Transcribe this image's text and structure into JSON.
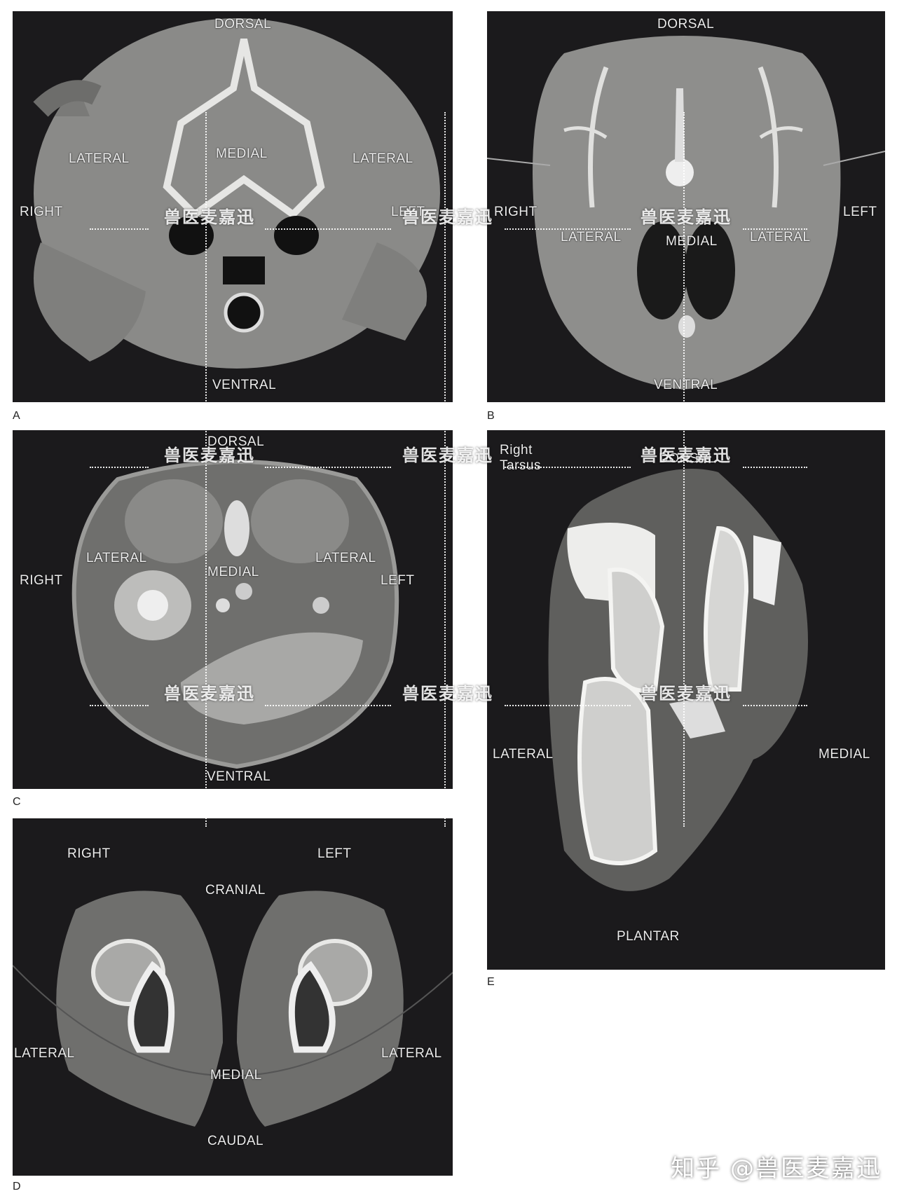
{
  "panels": {
    "A": {
      "letter": "A",
      "dorsal": "DORSAL",
      "ventral": "VENTRAL",
      "right": "RIGHT",
      "left": "LEFT",
      "lateral_r": "LATERAL",
      "lateral_l": "LATERAL",
      "medial": "MEDIAL"
    },
    "B": {
      "letter": "B",
      "dorsal": "DORSAL",
      "ventral": "VENTRAL",
      "right": "RIGHT",
      "left": "LEFT",
      "lateral_r": "LATERAL",
      "lateral_l": "LATERAL",
      "medial": "MEDIAL"
    },
    "C": {
      "letter": "C",
      "dorsal": "DORSAL",
      "ventral": "VENTRAL",
      "right": "RIGHT",
      "left": "LEFT",
      "lateral_r": "LATERAL",
      "lateral_l": "LATERAL",
      "medial": "MEDIAL"
    },
    "D": {
      "letter": "D",
      "right": "RIGHT",
      "left": "LEFT",
      "cranial": "CRANIAL",
      "caudal": "CAUDAL",
      "lateral_r": "LATERAL",
      "lateral_l": "LATERAL",
      "medial": "MEDIAL"
    },
    "E": {
      "letter": "E",
      "tag_line1": "Right",
      "tag_line2": "Tarsus",
      "dorsal": "DORSAL",
      "plantar": "PLANTAR",
      "lateral": "LATERAL",
      "medial": "MEDIAL"
    }
  },
  "watermark": {
    "text": "兽医麦嘉迅"
  },
  "footer": {
    "text": "知乎 @兽医麦嘉迅"
  }
}
